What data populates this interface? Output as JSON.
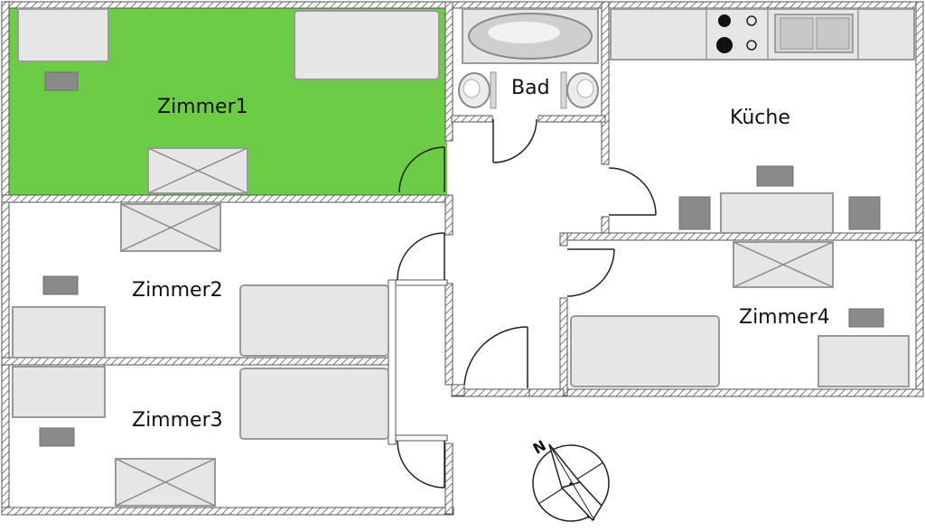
{
  "rooms": [
    {
      "id": "zimmer1",
      "label": "Zimmer1",
      "highlighted": true
    },
    {
      "id": "zimmer2",
      "label": "Zimmer2",
      "highlighted": false
    },
    {
      "id": "zimmer3",
      "label": "Zimmer3",
      "highlighted": false
    },
    {
      "id": "zimmer4",
      "label": "Zimmer4",
      "highlighted": false
    },
    {
      "id": "bad",
      "label": "Bad",
      "highlighted": false
    },
    {
      "id": "kueche",
      "label": "Küche",
      "highlighted": false
    }
  ],
  "compass": {
    "north_label": "N"
  },
  "colors": {
    "highlight": "#6dcc45",
    "wall_fill": "#ffffff",
    "wall_hatch": "#7a7a7a",
    "furniture": "#e6e6e6",
    "furniture_dark": "#8a8a8a"
  }
}
